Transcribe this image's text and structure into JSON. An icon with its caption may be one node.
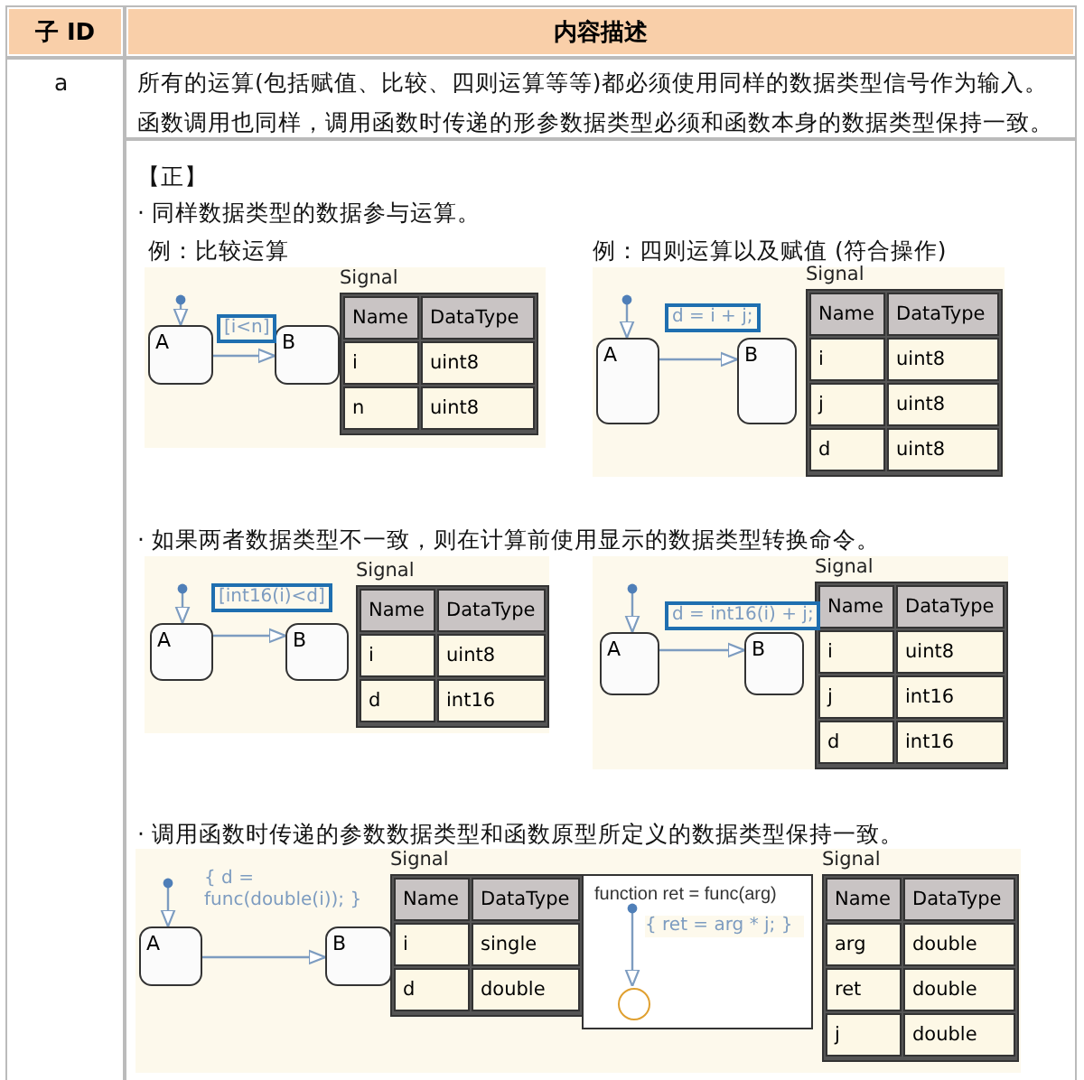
{
  "diagram": {
    "nodes": [
      {
        "text": [
          "A"
        ]
      },
      {
        "text": [
          "B"
        ]
      },
      {
        "text": [
          "A"
        ]
      },
      {
        "text": [
          "B"
        ]
      },
      {
        "text": [
          "A"
        ]
      },
      {
        "text": [
          "B"
        ]
      },
      {
        "text": [
          "A"
        ]
      },
      {
        "text": [
          "B"
        ]
      },
      {
        "text": [
          "A"
        ]
      },
      {
        "text": [
          "B"
        ]
      },
      {
        "text": [
          "function ret = func(arg)"
        ]
      },
      {
        "text": [],
        "shape": "circle",
        "in": 10
      }
    ],
    "edges": [
      {
        "from": null,
        "to": 0,
        "arrow": "to"
      },
      {
        "from": 0,
        "to": 1,
        "arrow": "to",
        "label": "[i<n]"
      },
      {
        "from": null,
        "to": 2,
        "arrow": "to"
      },
      {
        "from": 2,
        "to": 3,
        "arrow": "to",
        "label": "d = i + j;"
      },
      {
        "from": null,
        "to": 4,
        "arrow": "to"
      },
      {
        "from": 4,
        "to": 5,
        "arrow": "to",
        "label": "[int16(i)<d]"
      },
      {
        "from": null,
        "to": 6,
        "arrow": "to"
      },
      {
        "from": 6,
        "to": 7,
        "arrow": "to",
        "label": "d = int16(i) + j;"
      },
      {
        "from": null,
        "to": 8,
        "arrow": "to"
      },
      {
        "from": 8,
        "to": 9,
        "arrow": "to",
        "label": "{ d = func(double(i)); }"
      },
      {
        "from": null,
        "to": 11,
        "arrow": "to",
        "label": "{ ret = arg * j; }"
      }
    ],
    "labels": [
      "子 ID",
      "内容描述",
      "a",
      "所有的运算(包括赋值、比较、四则运算等等)都必须使用同样的数据类型信号作为输入。",
      "函数调用也同样，调用函数时传递的形参数据类型必须和函数本身的数据类型保持一致。",
      "【正】",
      "· 同样数据类型的数据参与运算。",
      "例：比较运算",
      "例：四则运算以及赋值 (符合操作)",
      "Signal",
      "Name",
      "DataType",
      "i",
      "uint8",
      "n",
      "uint8",
      "Signal",
      "Name",
      "DataType",
      "i",
      "uint8",
      "j",
      "uint8",
      "d",
      "uint8",
      "· 如果两者数据类型不一致，则在计算前使用显示的数据类型转换命令。",
      "Signal",
      "Name",
      "DataType",
      "i",
      "uint8",
      "d",
      "int16",
      "Signal",
      "Name",
      "DataType",
      "i",
      "uint8",
      "j",
      "int16",
      "d",
      "int16",
      "· 调用函数时传递的参数数据类型和函数原型所定义的数据类型保持一致。",
      "Signal",
      "Name",
      "DataType",
      "i",
      "single",
      "d",
      "double",
      "Signal",
      "Name",
      "DataType",
      "arg",
      "double",
      "ret",
      "double",
      "j",
      "double"
    ]
  }
}
